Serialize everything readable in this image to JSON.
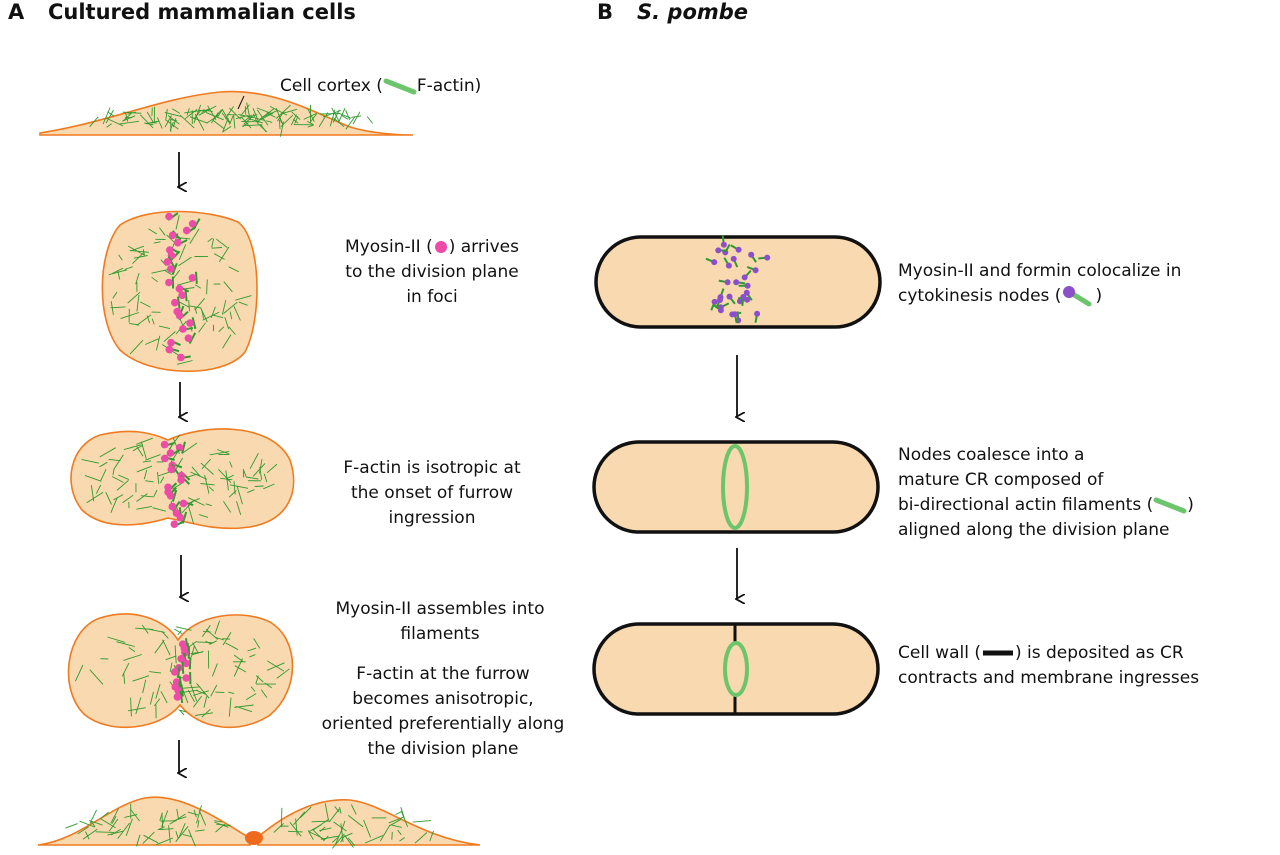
{
  "panels": {
    "a": {
      "letter": "A",
      "title": "Cultured mammalian cells",
      "cortex_label_pre": "Cell cortex (",
      "cortex_label_post": "F-actin)",
      "step1": {
        "pre": "Myosin-II (",
        "post": ") arrives",
        "line2": "to the division plane",
        "line3": "in foci"
      },
      "step2": {
        "line1": "F-actin is isotropic at",
        "line2": "the onset of furrow",
        "line3": "ingression"
      },
      "step3a": {
        "line1": "Myosin-II assembles into",
        "line2": "filaments"
      },
      "step3b": {
        "line1": "F-actin at the furrow",
        "line2": "becomes anisotropic,",
        "line3": "oriented preferentially along",
        "line4": "the division plane"
      }
    },
    "b": {
      "letter": "B",
      "title": "S. pombe",
      "step1": {
        "line1": "Myosin-II and formin colocalize in",
        "pre": "cytokinesis nodes (",
        "post": ")"
      },
      "step2": {
        "line1": "Nodes coalesce into a",
        "line2": "mature CR composed of",
        "pre": "bi-directional actin filaments (",
        "post": ")",
        "line4": "aligned along the division plane"
      },
      "step3": {
        "pre": "Cell wall (",
        "post": ") is deposited as CR",
        "line2": "contracts and membrane ingresses"
      }
    }
  },
  "colors": {
    "cell_fill": "#f9d9b0",
    "cell_outline": "#f07a20",
    "actin": "#2e9a2e",
    "actin_legend": "#6cc46c",
    "myosin": "#ee4aa8",
    "node_purple": "#8a4fc9",
    "midbody": "#f06a1e",
    "arrow": "#111111",
    "yeast_outline": "#111111"
  }
}
